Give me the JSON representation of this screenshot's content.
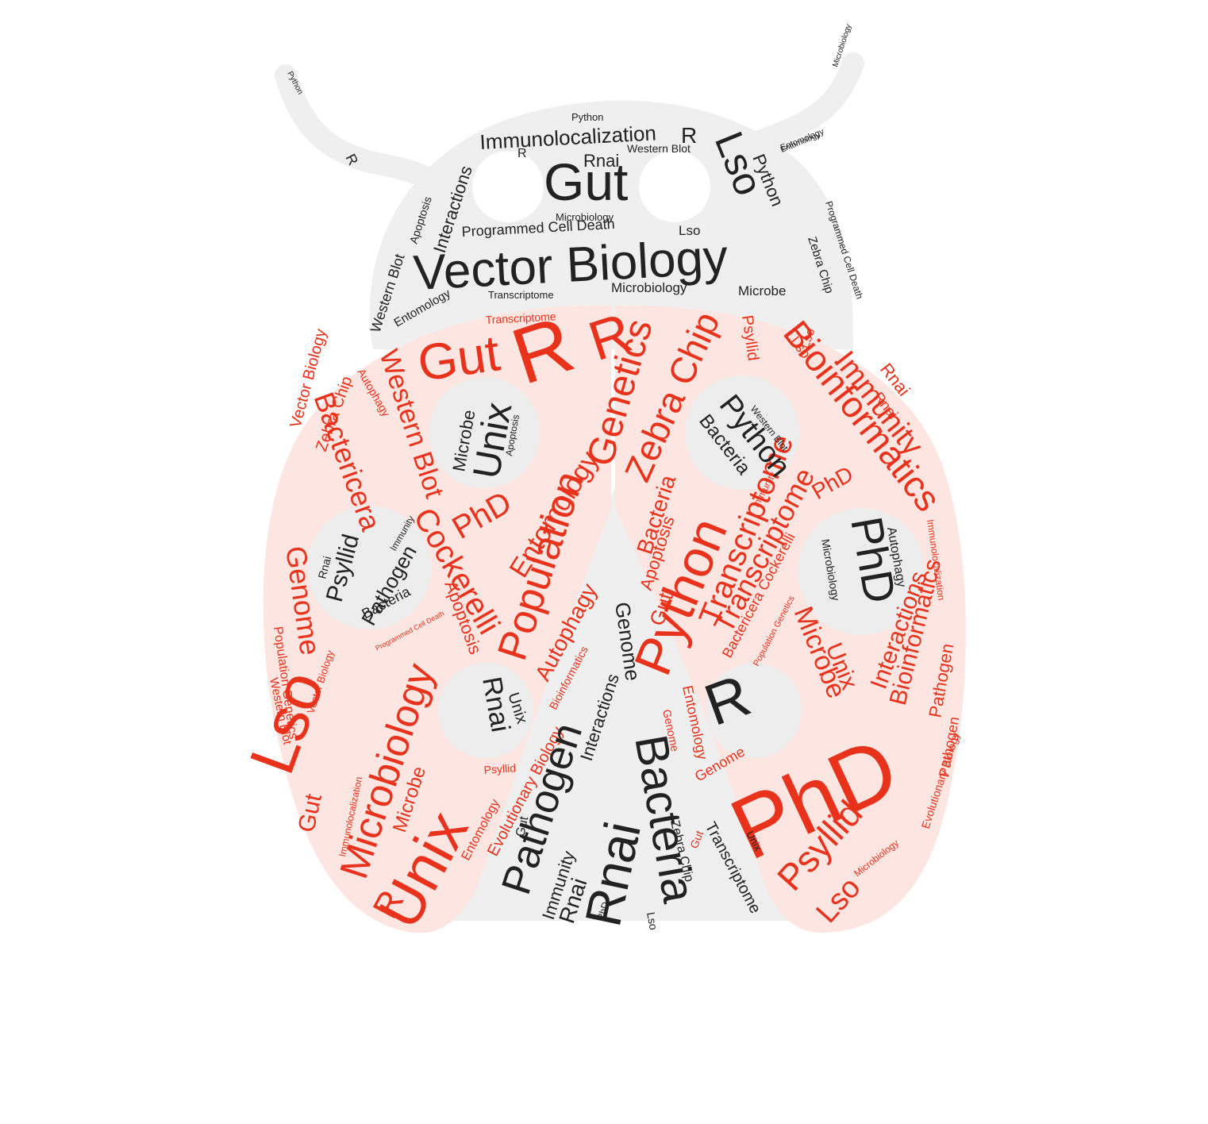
{
  "colors": {
    "background": "#ffffff",
    "head_fill": "#efefef",
    "shell_fill": "#fde6e2",
    "spot_fill": "#ededed",
    "dark_word": "#222222",
    "red_word": "#e8321c"
  },
  "head": {
    "words": [
      "Immunolocalization",
      "Gut",
      "Lso",
      "Python",
      "Rnai",
      "R",
      "Western Blot",
      "Interactions",
      "Apoptosis",
      "Programmed Cell Death",
      "Vector Biology",
      "Microbiology",
      "Microbe",
      "Transcriptome",
      "Entomology",
      "Western Blot",
      "Zebra Chip",
      "Programmed Cell Death",
      "Lso",
      "Entomology",
      "Python",
      "Microbiology",
      "R"
    ]
  },
  "shell": {
    "words": [
      "R",
      "R",
      "Gut",
      "Genetics",
      "Zebra Chip",
      "Bioinformatics",
      "Immunity",
      "Psyllid",
      "Transcriptome",
      "Western Blot",
      "Bactericera",
      "Cockerelli",
      "Population",
      "Entomology",
      "PhD",
      "Genome",
      "Lso",
      "Microbiology",
      "Unix",
      "R",
      "Python",
      "Transcriptome",
      "Bioinformatics",
      "Interactions",
      "PhD",
      "Psyllid",
      "Lso",
      "Microbe",
      "Unix",
      "Apoptosis",
      "Bacteria",
      "Autophagy",
      "Gut",
      "Population Genetics",
      "Western Blot",
      "Vector Biology",
      "Zebra Chip",
      "Genome",
      "Entomology",
      "Gut",
      "Immunolocalization",
      "Evolutionary Biology",
      "Microbe",
      "PhD",
      "Apoptosis",
      "Bactericera Cockerelli",
      "Pathogen",
      "Rnai",
      "Lso",
      "Immunity",
      "Entomology",
      "Genome",
      "Autophagy",
      "Bioinformatics",
      "Microbiology",
      "Pathogen",
      "Evolutionary Biology",
      "Transcriptome",
      "Vector Biology",
      "Population Genetics",
      "Programmed Cell Death",
      "Immunolocalization",
      "Psyllid",
      "Lso",
      "Rnai",
      "Gut"
    ]
  },
  "spots": {
    "words": [
      "Unix",
      "Microbe",
      "Apoptosis",
      "Python",
      "Bacteria",
      "Western Blot",
      "Psyllid",
      "Pathogen",
      "Bacteria",
      "Rnai",
      "Immunity",
      "PhD",
      "Autophagy",
      "Microbiology",
      "Rnai",
      "Unix",
      "R"
    ]
  },
  "center": {
    "words": [
      "Rnai",
      "Bacteria",
      "Pathogen",
      "Genome",
      "Interactions",
      "Immunity",
      "Rnai",
      "Zebra Chip",
      "Transcriptome",
      "Unix",
      "PhD",
      "Gut",
      "Lso"
    ]
  },
  "antennae": {
    "words": [
      "Python",
      "R",
      "Microbiology",
      "Entomology"
    ]
  }
}
